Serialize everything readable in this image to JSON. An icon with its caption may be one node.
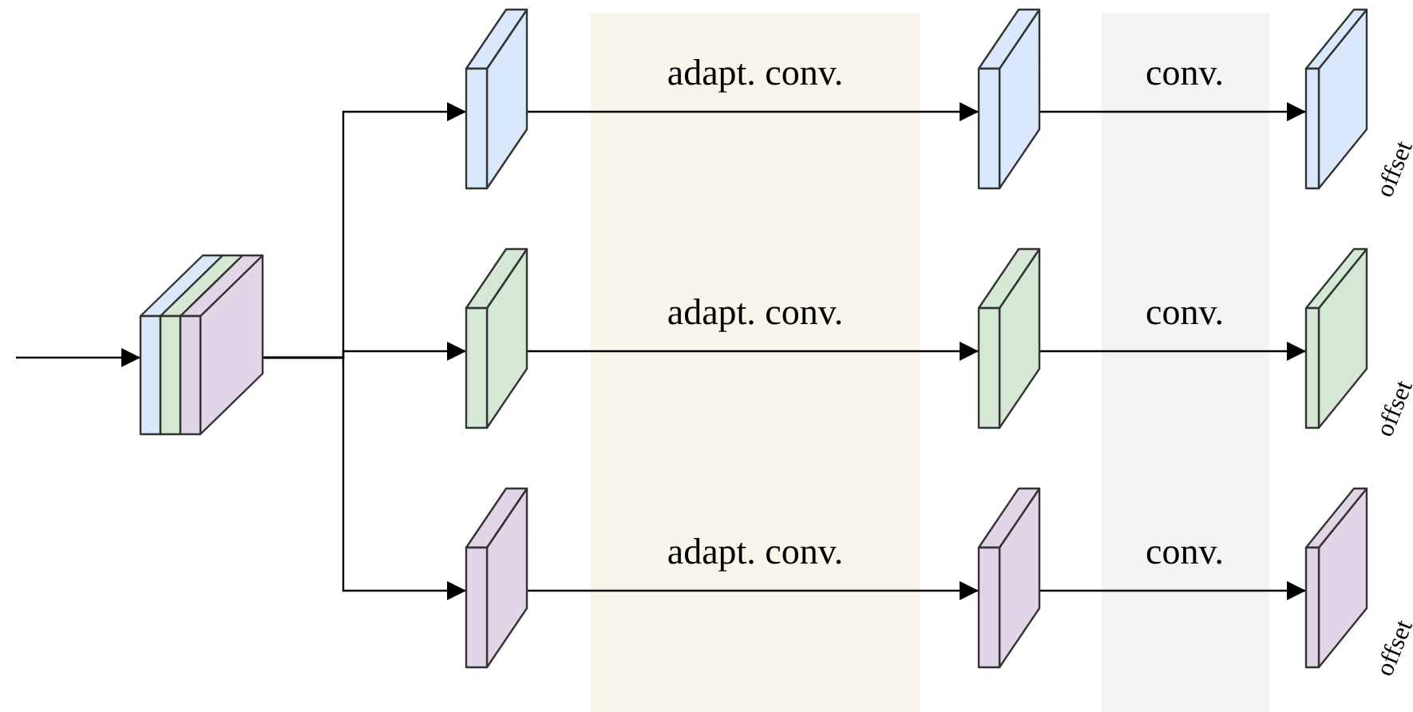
{
  "diagram": {
    "nodes": [
      {
        "text": [],
        "shape": "box"
      },
      {
        "text": [],
        "shape": "box"
      },
      {
        "text": [],
        "shape": "box"
      },
      {
        "text": [],
        "shape": "box"
      },
      {
        "text": [],
        "shape": "box"
      },
      {
        "text": [],
        "shape": "box"
      },
      {
        "text": [],
        "shape": "box"
      },
      {
        "text": [],
        "shape": "box",
        "beside": [
          "offset"
        ]
      },
      {
        "text": [],
        "shape": "box",
        "beside": [
          "offset"
        ]
      },
      {
        "text": [],
        "shape": "box",
        "beside": [
          "offset"
        ]
      }
    ],
    "edges": [
      {
        "from": null,
        "to": 0,
        "arrow": "to"
      },
      {
        "from": 0,
        "to": 1,
        "arrow": "to"
      },
      {
        "from": 0,
        "to": 2,
        "arrow": "to"
      },
      {
        "from": 0,
        "to": 3,
        "arrow": "to"
      },
      {
        "from": 1,
        "to": 4,
        "arrow": "to",
        "label": "adapt. conv."
      },
      {
        "from": 2,
        "to": 5,
        "arrow": "to",
        "label": "adapt. conv."
      },
      {
        "from": 3,
        "to": 6,
        "arrow": "to",
        "label": "adapt. conv."
      },
      {
        "from": 4,
        "to": 7,
        "arrow": "to",
        "label": "conv."
      },
      {
        "from": 5,
        "to": 8,
        "arrow": "to",
        "label": "conv."
      },
      {
        "from": 6,
        "to": 9,
        "arrow": "to",
        "label": "conv."
      }
    ]
  }
}
